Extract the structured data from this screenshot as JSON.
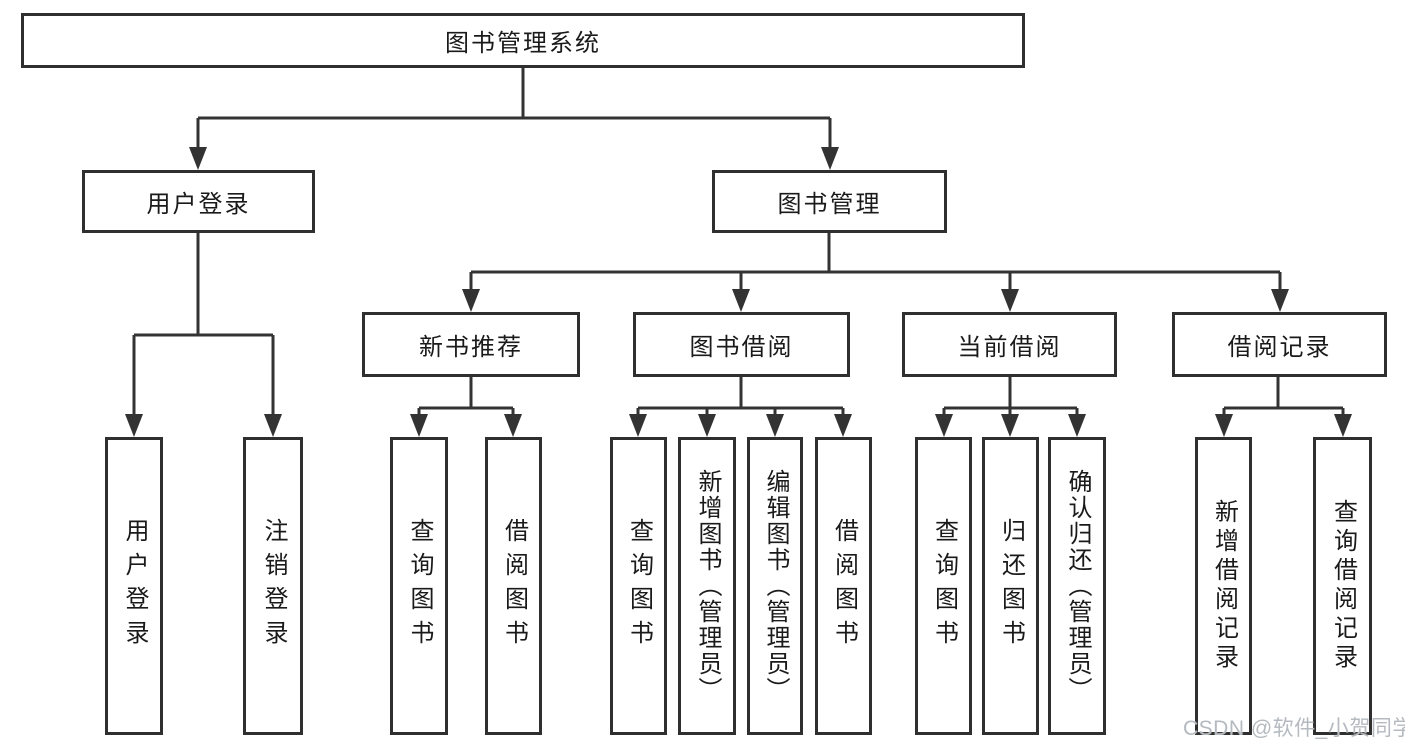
{
  "diagram": {
    "root": {
      "label": "图书管理系统"
    },
    "level2": [
      {
        "label": "用户登录"
      },
      {
        "label": "图书管理"
      }
    ],
    "level3": [
      {
        "label": "新书推荐"
      },
      {
        "label": "图书借阅"
      },
      {
        "label": "当前借阅"
      },
      {
        "label": "借阅记录"
      }
    ],
    "leaves": {
      "user_login": [
        "用户登录",
        "注销登录"
      ],
      "new_books": [
        "查询图书",
        "借阅图书"
      ],
      "book_borrow": [
        "查询图书",
        "新增图书（管理员）",
        "编辑图书（管理员）",
        "借阅图书"
      ],
      "current_borrow": [
        "查询图书",
        "归还图书",
        "确认归还（管理员）"
      ],
      "borrow_records": [
        "新增借阅记录",
        "查询借阅记录"
      ]
    }
  },
  "watermark": "CSDN @软件_小贺同学",
  "colors": {
    "background": "#ffffff",
    "box_fill": "#ffffff",
    "box_border": "#2f2f2f",
    "line": "#333333",
    "text": "#1a1a1a",
    "watermark": "#b4bac0"
  }
}
